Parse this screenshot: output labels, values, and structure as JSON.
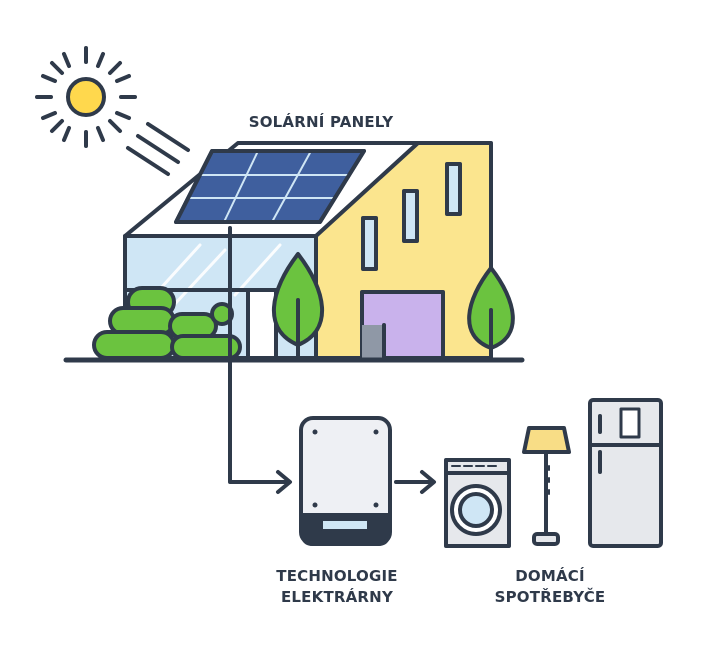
{
  "labels": {
    "solar_panels": "SOLÁRNÍ PANELY",
    "technology_line1": "TECHNOLOGIE",
    "technology_line2": "ELEKTRÁRNY",
    "home_line1": "DOMÁCÍ",
    "home_line2": "SPOTŘEBYČE"
  },
  "colors": {
    "outline": "#2f3a4a",
    "sun": "#ffd84d",
    "wall_yellow": "#fbe58e",
    "glass_blue": "#cfe6f5",
    "panel_blue": "#3f5f9e",
    "tree_green": "#6bc33f",
    "door_lilac": "#c9b2ec",
    "appliance_grey": "#e6e8ec",
    "lamp_shade": "#f8dd86"
  },
  "icons": [
    "sun-icon",
    "house-icon",
    "solar-panel-icon",
    "inverter-icon",
    "washing-machine-icon",
    "floor-lamp-icon",
    "fridge-icon",
    "arrow-right-icon"
  ]
}
